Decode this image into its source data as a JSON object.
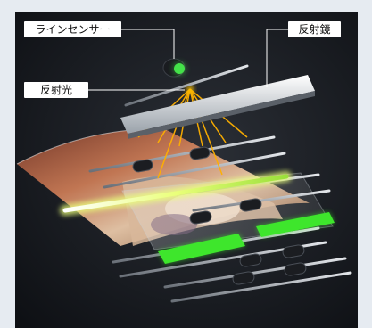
{
  "labels": {
    "line_sensor": "ラインセンサー",
    "reflective_mirror": "反射鏡",
    "reflected_light": "反射光"
  },
  "colors": {
    "frame_bg": "#e6ebf1",
    "scene_bg": "#14171d",
    "label_bg": "#ffffff",
    "leader_line": "#ffffff",
    "sensor_green": "#44e24a",
    "light_beam": "#ffb000",
    "scan_lamp": "#eaff7a",
    "green_strip": "#3ee62c"
  },
  "icons": {
    "sensor": "line-sensor-icon",
    "mirror": "reflective-mirror-icon",
    "rollers": "roller-icon"
  }
}
